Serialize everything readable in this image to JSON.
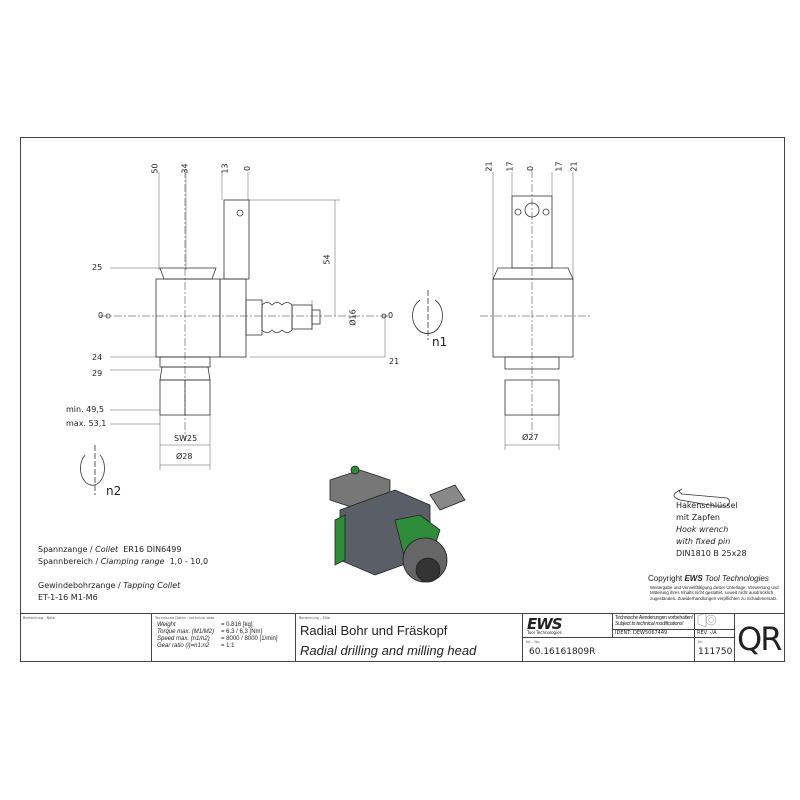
{
  "dimensions": {
    "top_left": [
      "50",
      "34",
      "13",
      "0"
    ],
    "top_right": [
      "21",
      "17",
      "0",
      "17",
      "21"
    ],
    "left_side": [
      "25",
      "0",
      "24",
      "29"
    ],
    "collet_min": "min. 49,5",
    "collet_max": "max. 53,1",
    "sw": "SW25",
    "d28": "Ø28",
    "d16": "Ø16",
    "d27": "Ø27",
    "h54": "54",
    "r21": "21",
    "r0": "0",
    "n1": "n1",
    "n2": "n2"
  },
  "collet": {
    "line1_de": "Spannzange / ",
    "line1_en": "Collet",
    "line1_val": "ER16   DIN6499",
    "line2_de": "Spannbereich / ",
    "line2_en": "Clamping range",
    "line2_val": "1,0 - 10,0",
    "line3_de": "Gewindebohrzange / ",
    "line3_en": "Tapping Collet",
    "line4": "ET-1-16   M1-M6"
  },
  "wrench": {
    "l1": "Hakenschlüssel",
    "l2": "mit Zapfen",
    "l3": "Hook wrench",
    "l4": "with fixed pin",
    "l5": "DIN1810 B 25x28"
  },
  "copyright": {
    "prefix": "Copyright ",
    "brand": "EWS",
    "suffix": " Tool Technologies",
    "notice": "Weitergabe und Vervielfältigung dieser Unterlage, Verwertung und Mitteilung ihres Inhalts nicht gestattet, soweit nicht ausdrücklich zugestanden. Zuwiderhandlungen verpflichten zu Schadenersatz."
  },
  "title_block": {
    "remark_label": "Bemerkung - Note",
    "tech_label": "Technische Daten - technical data",
    "tech": [
      [
        "Weight",
        "= 0.816 [kg]"
      ],
      [
        "Torque max. (M1/M2)",
        "= 6,3 / 6,3 [Nm]"
      ],
      [
        "Speed max. (n1/n2)",
        "= 8000 / 8000 [1/min]"
      ],
      [
        "Gear ratio (i)=n1:n2",
        "= 1:1"
      ]
    ],
    "title_label": "Benennung - Title",
    "title_de": "Radial Bohr und Fräskopf",
    "title_en": "Radial drilling and milling head",
    "logo": "EWS",
    "logo_sub": "Tool Technologies",
    "changes_de": "Technische Aenderungen vorbehalten!",
    "changes_en": "Subject to technical modifications!",
    "ident": "IDENT:  DEW5067449",
    "rev": "REV.  -/A",
    "no_label": "Nr. - No.",
    "number": "60.16161809R",
    "num_label": "Nr.",
    "code": "111750",
    "qr": "QR"
  }
}
